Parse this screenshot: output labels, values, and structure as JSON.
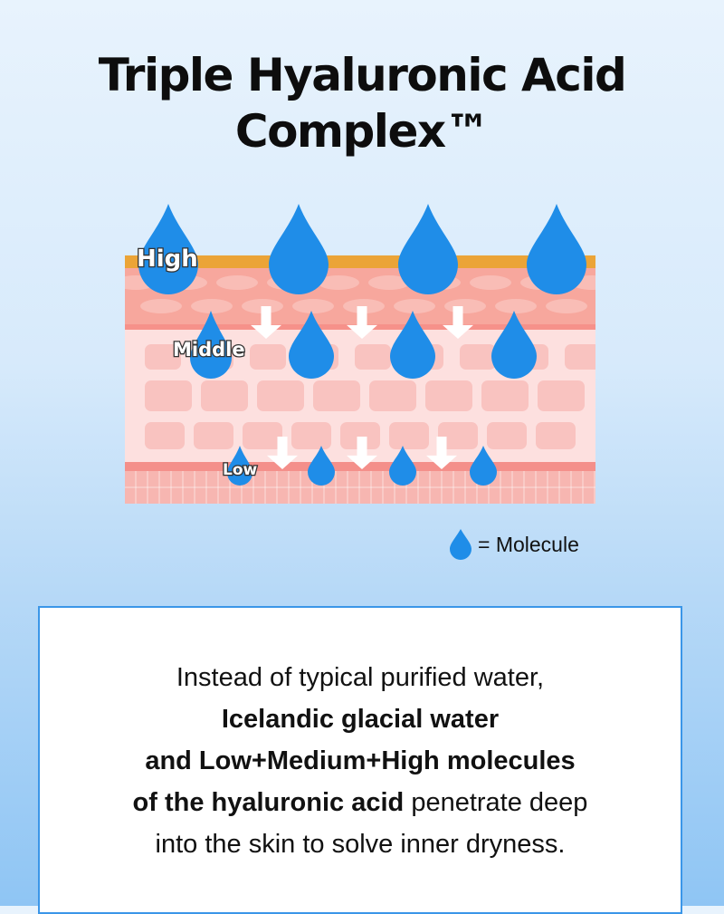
{
  "title": {
    "line1": "Triple Hyaluronic Acid",
    "line2": "Complex™"
  },
  "diagram": {
    "layers": {
      "high": "High",
      "middle": "Middle",
      "low": "Low"
    },
    "colors": {
      "molecule": "#1f8de8",
      "molecule_dark": "#0a6ed1",
      "top_band": "#eba437",
      "epidermis": "#f7a79d",
      "dermis": "#fde0df",
      "cell": "#f9c3c0",
      "base": "#f7b6b1",
      "arrow": "#ffffff"
    }
  },
  "legend": {
    "icon": "water-drop-icon",
    "text": "= Molecule"
  },
  "description": {
    "line1": "Instead of typical purified water,",
    "line2": "Icelandic glacial water",
    "line3": "and Low+Medium+High molecules",
    "line4_bold": "of the hyaluronic acid",
    "line4_rest": " penetrate deep",
    "line5": "into the skin to solve inner dryness."
  }
}
